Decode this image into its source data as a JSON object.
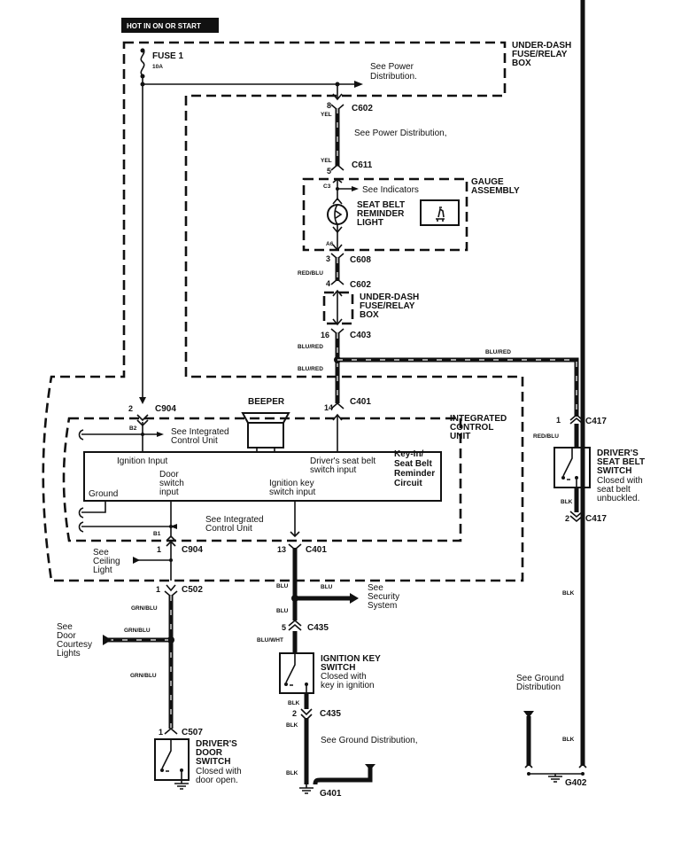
{
  "diagram": {
    "title_badge": "HOT IN ON OR START",
    "fuse": {
      "name": "FUSE 1",
      "rating": "10A"
    },
    "boxes": {
      "underdash_top": "UNDER-DASH\nFUSE/RELAY\nBOX",
      "gauge_assembly": "GAUGE\nASSEMBLY",
      "underdash_mid": "UNDER-DASH\nFUSE/RELAY\nBOX",
      "icu": "INTEGRATED\nCONTROL\nUNIT",
      "keyin_circuit": "Key-In/\nSeat Belt\nReminder\nCircuit"
    },
    "references": {
      "power_dist_1": "See Power\nDistribution.",
      "power_dist_2": "See Power Distribution,",
      "indicators": "See Indicators",
      "icu_top": "See Integrated\nControl Unit",
      "icu_bottom": "See Integrated\nControl Unit",
      "ceiling_light": "See\nCeiling\nLight",
      "door_courtesy": "See\nDoor\nCourtesy\nLights",
      "security": "See\nSecurity\nSystem",
      "ground_dist_1": "See Ground Distribution,",
      "ground_dist_2": "See Ground\nDistribution"
    },
    "components": {
      "seat_belt_light": "SEAT BELT\nREMINDER\nLIGHT",
      "beeper": "BEEPER",
      "drivers_seat_belt_switch": "DRIVER'S\nSEAT BELT\nSWITCH",
      "drivers_seat_belt_switch_note": "Closed with\nseat belt\nunbuckled.",
      "ignition_key_switch": "IGNITION KEY\nSWITCH",
      "ignition_key_switch_note": "Closed with\nkey in ignition",
      "drivers_door_switch": "DRIVER'S\nDOOR\nSWITCH",
      "drivers_door_switch_note": "Closed with\ndoor open."
    },
    "icu_inputs": {
      "ignition": "Ignition Input",
      "door": "Door\nswitch\ninput",
      "ground": "Ground",
      "ignition_key": "Ignition key\nswitch input",
      "seat_belt": "Driver's seat belt\nswitch input"
    },
    "connectors": {
      "c602_top": {
        "id": "C602",
        "pin": "8"
      },
      "c611": {
        "id": "C611",
        "pin": "5"
      },
      "c3": "C3",
      "a6": "A6",
      "c608": {
        "id": "C608",
        "pin": "3"
      },
      "c602_mid": {
        "id": "C602",
        "pin": "4"
      },
      "c403": {
        "id": "C403",
        "pin": "16"
      },
      "c401_top": {
        "id": "C401",
        "pin": "14"
      },
      "c904_top": {
        "id": "C904",
        "pin": "2"
      },
      "b2": "B2",
      "b1": "B1",
      "c904_bot": {
        "id": "C904",
        "pin": "1"
      },
      "c401_bot": {
        "id": "C401",
        "pin": "13"
      },
      "c502": {
        "id": "C502",
        "pin": "1"
      },
      "c435_top": {
        "id": "C435",
        "pin": "5"
      },
      "c435_bot": {
        "id": "C435",
        "pin": "2"
      },
      "c507": {
        "id": "C507",
        "pin": "1"
      },
      "c417_top": {
        "id": "C417",
        "pin": "1"
      },
      "c417_bot": {
        "id": "C417",
        "pin": "2"
      },
      "g401": "G401",
      "g402": "G402"
    },
    "wire_colors": {
      "yel_1": "YEL",
      "yel_2": "YEL",
      "red_blu_1": "RED/BLU",
      "blu_red_1": "BLU/RED",
      "blu_red_2": "BLU/RED",
      "blu_red_3": "BLU/RED",
      "red_blu_2": "RED/BLU",
      "blk_1": "BLK",
      "blk_2": "BLK",
      "blk_3": "BLK",
      "grn_blu_1": "GRN/BLU",
      "grn_blu_2": "GRN/BLU",
      "grn_blu_3": "GRN/BLU",
      "blu_1": "BLU",
      "blu_2": "BLU",
      "blu_3": "BLU",
      "blu_wht": "BLU/WHT",
      "blk_4": "BLK",
      "blk_5": "BLK",
      "blk_6": "BLK"
    }
  }
}
